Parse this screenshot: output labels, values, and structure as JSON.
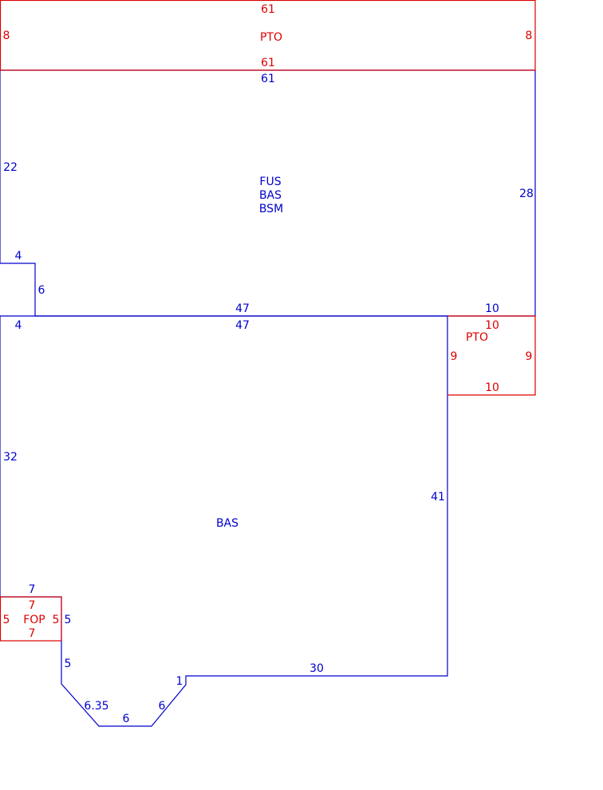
{
  "colors": {
    "main": "#0000cc",
    "accent": "#dd0000",
    "background": "#ffffff"
  },
  "sketch": {
    "pto_top": {
      "area_code": "PTO",
      "dims": {
        "top": "61",
        "bottom": "61",
        "left": "8",
        "right": "8"
      }
    },
    "upper_section": {
      "area_codes": [
        "FUS",
        "BAS",
        "BSM"
      ],
      "dims": {
        "top": "61",
        "left": "22",
        "right": "28",
        "notch_top": "4",
        "notch_side": "6",
        "bottom": "47",
        "bottom_right": "10"
      }
    },
    "lower_section": {
      "area_code": "BAS",
      "dims": {
        "top": "47",
        "top_left": "4",
        "left": "32",
        "right": "41",
        "fop_top": "7",
        "fop_side": "5",
        "fop_below": "5",
        "diag_left": "6.35",
        "bottom": "6",
        "diag_right": "6",
        "step": "1",
        "bottom_right": "30"
      }
    },
    "pto_right": {
      "area_code": "PTO",
      "dims": {
        "top": "10",
        "bottom": "10",
        "left": "9",
        "right": "9"
      }
    },
    "fop": {
      "area_code": "FOP",
      "dims": {
        "top": "7",
        "bottom": "7",
        "left": "5",
        "right": "5"
      }
    }
  }
}
